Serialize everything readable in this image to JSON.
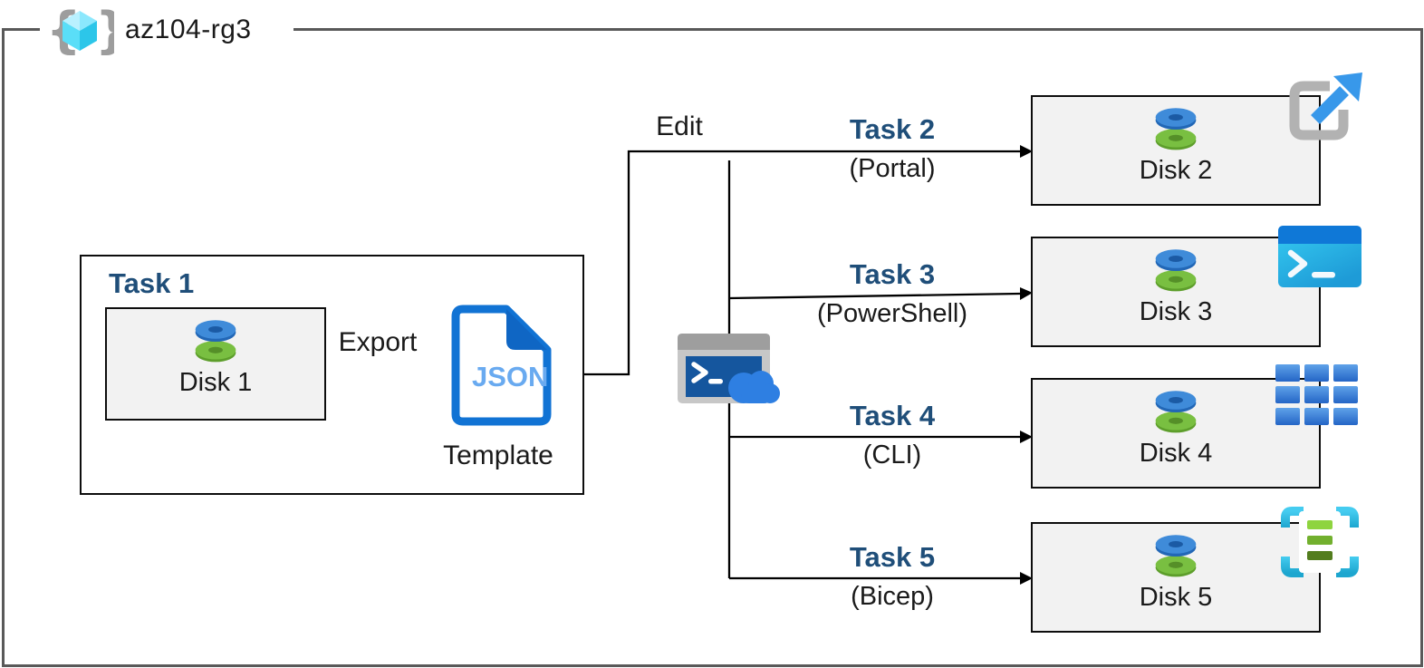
{
  "resource_group": {
    "name": "az104-rg3"
  },
  "task1": {
    "title": "Task 1",
    "disk_label": "Disk 1"
  },
  "export_label": "Export",
  "template": {
    "file_type": "JSON",
    "label": "Template"
  },
  "edit_label": "Edit",
  "branches": [
    {
      "task": "Task 2",
      "method": "(Portal)",
      "disk_label": "Disk 2",
      "corner_icon": "portal-icon"
    },
    {
      "task": "Task 3",
      "method": "(PowerShell)",
      "disk_label": "Disk 3",
      "corner_icon": "powershell-icon"
    },
    {
      "task": "Task 4",
      "method": "(CLI)",
      "disk_label": "Disk 4",
      "corner_icon": "cli-icon"
    },
    {
      "task": "Task 5",
      "method": "(Bicep)",
      "disk_label": "Disk 5",
      "corner_icon": "bicep-icon"
    }
  ],
  "icons": {
    "resource_group": "resource-group-icon",
    "managed_disk": "managed-disk-icon",
    "json_file": "json-file-icon",
    "cloud_shell": "cloud-shell-icon",
    "portal": "portal-launch-icon",
    "powershell": "powershell-terminal-icon",
    "cli": "cli-grid-icon",
    "bicep": "bicep-template-icon"
  },
  "colors": {
    "task_heading": "#1f4e79",
    "frame_border": "#595959",
    "box_border": "#0d0d0d",
    "box_fill": "#f2f2f2",
    "connector": "#000000",
    "json_blue": "#1173d4",
    "json_text": "#69aaf0",
    "disk_blue": "#3f8bd9",
    "disk_green": "#76bb40",
    "cube_cyan": "#52dcf7",
    "arrow_blue": "#3898ea"
  }
}
